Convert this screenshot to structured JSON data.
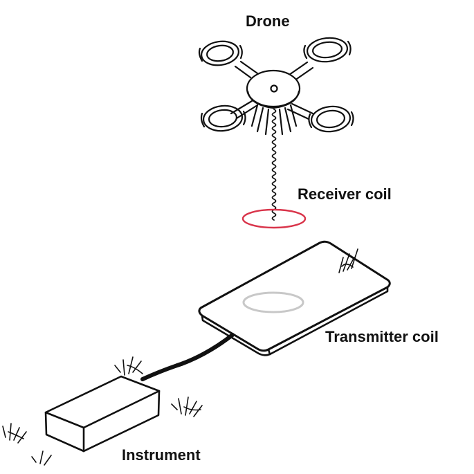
{
  "labels": {
    "drone": "Drone",
    "receiver_coil": "Receiver coil",
    "transmitter_coil": "Transmitter coil",
    "instrument": "Instrument"
  },
  "colors": {
    "ink": "#111111",
    "receiver_coil": "#d9344a",
    "transmitter_loop": "#c8c8c8",
    "background": "#ffffff"
  }
}
